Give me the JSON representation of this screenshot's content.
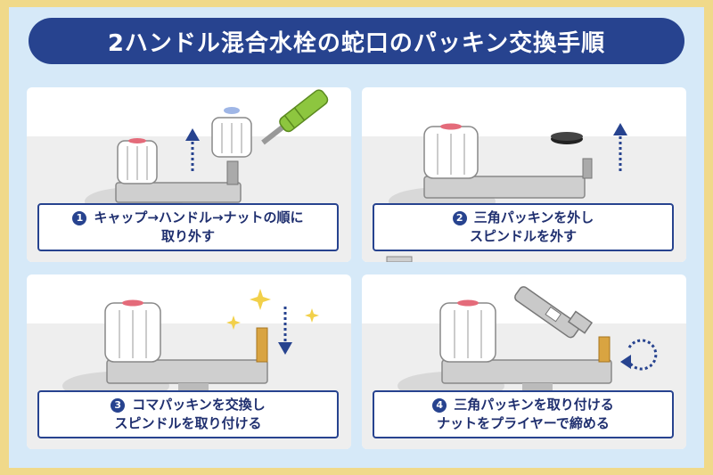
{
  "title": "2ハンドル混合水栓の蛇口のパッキン交換手順",
  "steps": [
    {
      "number": "1",
      "line1": "キャップ→ハンドル→ナットの順に",
      "line2": "取り外す"
    },
    {
      "number": "2",
      "line1": "三角パッキンを外し",
      "line2": "スピンドルを外す"
    },
    {
      "number": "3",
      "line1": "コマパッキンを交換し",
      "line2": "スピンドルを取り付ける"
    },
    {
      "number": "4",
      "line1": "三角パッキンを取り付ける",
      "line2": "ナットをプライヤーで締める"
    }
  ],
  "colors": {
    "border": "#f0d98a",
    "background": "#d6e9f8",
    "title_bar": "#27438f",
    "arrow": "#27438f",
    "screwdriver": "#8dc63f",
    "sparkle": "#f2d04a",
    "brass": "#d9a441"
  }
}
